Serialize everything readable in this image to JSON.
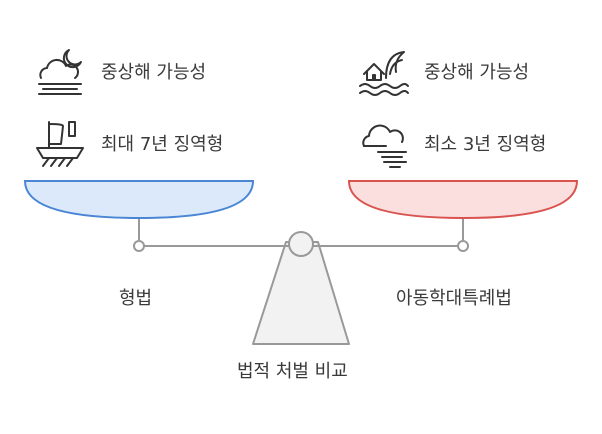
{
  "left": {
    "item1_text": "중상해 가능성",
    "item1_icon": "night-cloud-fog-icon",
    "item2_text": "최대 7년 징역형",
    "item2_icon": "sailing-ship-icon",
    "pan_label": "형법",
    "pan_color": "#dce9fb",
    "pan_stroke": "#4a86d4"
  },
  "right": {
    "item1_text": "중상해 가능성",
    "item1_icon": "tsunami-house-icon",
    "item2_text": "최소 3년 징역형",
    "item2_icon": "windy-cloud-icon",
    "pan_label": "아동학대특례법",
    "pan_color": "#fbdede",
    "pan_stroke": "#d9534f"
  },
  "title": "법적 처벌 비교",
  "colors": {
    "line": "#999999",
    "fulcrum_fill": "#f2f2f2"
  }
}
